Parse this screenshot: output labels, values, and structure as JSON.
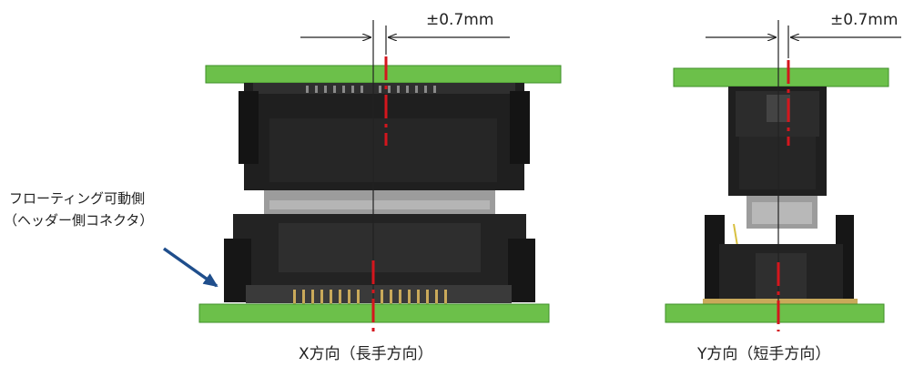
{
  "colors": {
    "pcb": "#6cc04a",
    "pcb_edge": "#3f8f2a",
    "body_dark": "#1e1e1e",
    "body_mid": "#3a3a3a",
    "body_gray": "#9a9a9a",
    "pins": "#c9a95a",
    "centerline_red": "#d4161d",
    "arrow_blue": "#1f4e8c"
  },
  "x_view": {
    "tolerance": "±0.7mm",
    "caption": "X方向（長手方向）"
  },
  "y_view": {
    "tolerance": "±0.7mm",
    "caption": "Y方向（短手方向）"
  },
  "callout": {
    "line1": "フローティング可動側",
    "line2": "（ヘッダー側コネクタ）"
  }
}
